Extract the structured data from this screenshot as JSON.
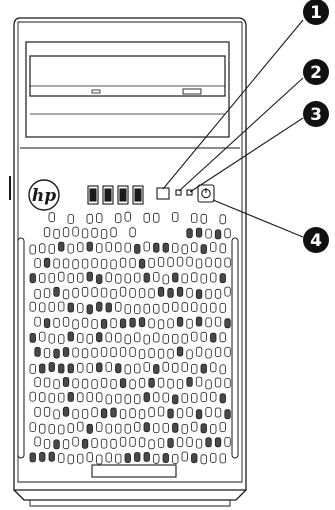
{
  "logo": {
    "text": "hp",
    "icon": "hp-logo-icon"
  },
  "callouts": [
    {
      "number": "1",
      "points_to": "front-button-indicator"
    },
    {
      "number": "2",
      "points_to": "status-led-1"
    },
    {
      "number": "3",
      "points_to": "status-led-2"
    },
    {
      "number": "4",
      "points_to": "power-button"
    }
  ],
  "front_usb_port_count": 4,
  "colors": {
    "line": "#1a1a1a",
    "callout_fill": "#111111",
    "background": "#ffffff"
  }
}
